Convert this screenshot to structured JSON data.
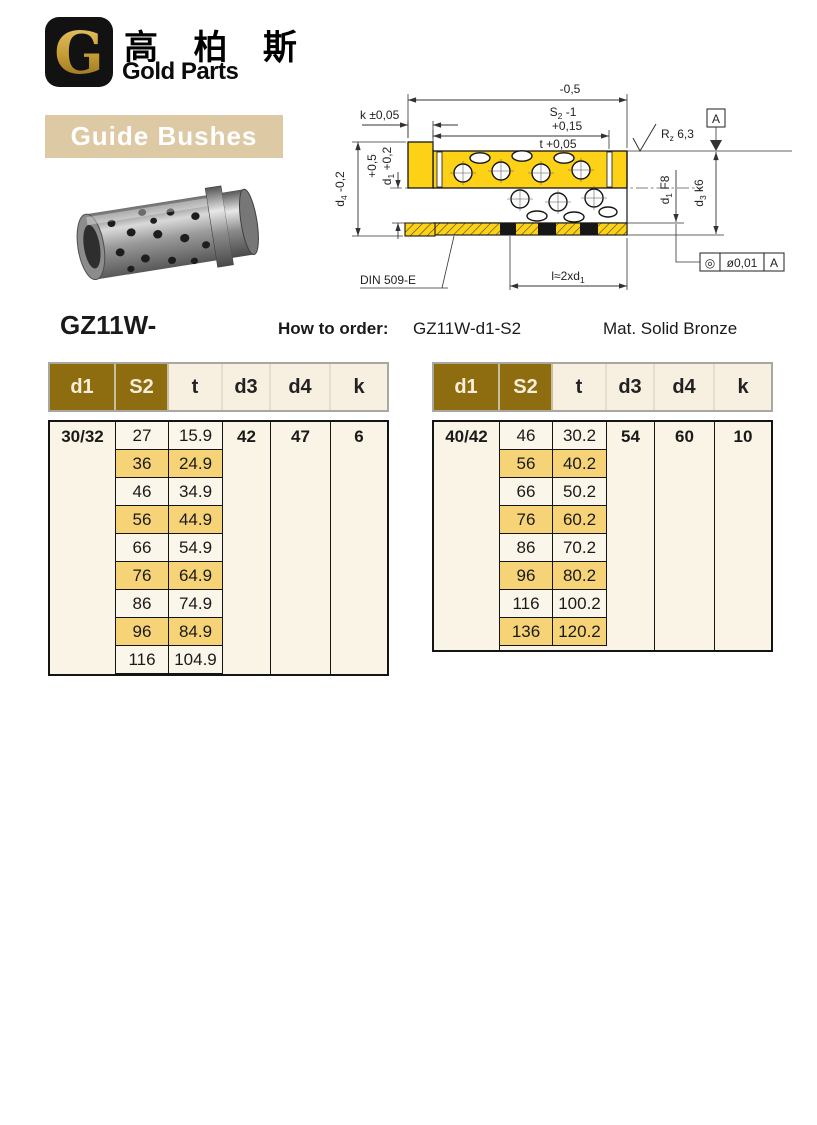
{
  "logo": {
    "monogram": "G",
    "chinese": "高 柏 斯",
    "name": "Gold Parts"
  },
  "banner": {
    "label": "Guide Bushes"
  },
  "order": {
    "series_code": "GZ11W-",
    "how_to_order_label": "How to order:",
    "order_code": "GZ11W-d1-S2",
    "material": "Mat. Solid Bronze"
  },
  "drawing": {
    "s2_upper": "-0,5",
    "s2_base": "S",
    "s2_sub": "2",
    "s2_tail": " -1",
    "t_upper": "+0,15",
    "t_base": "t +0,05",
    "k_label": "k ±0,05",
    "d4_base": "d",
    "d4_sub": "4",
    "d4_tail": " -0,2",
    "d1_upper": "+0,5",
    "d1_base": "d",
    "d1_sub": "1",
    "d1_tail": " +0,2",
    "rz_base": "R",
    "rz_sub": "z",
    "rz_tail": " 6,3",
    "datum_label": "A",
    "d1f8_base": "d",
    "d1f8_sub": "1",
    "d1f8_tail": " F8",
    "d3_base": "d",
    "d3_sub": "3",
    "d3_tail": " k6",
    "tol_symbol": "◎",
    "tol_value": "ø0,01",
    "tol_datum": "A",
    "length_base": "l≈2xd",
    "length_sub": "1",
    "undercut": "DIN 509-E"
  },
  "columns": [
    "d1",
    "S2",
    "t",
    "d3",
    "d4",
    "k"
  ],
  "colors": {
    "header_gold": "#8e6c10",
    "cream": "#faf4e6",
    "highlight": "#f6d377",
    "banner_tan": "#ddc9a4",
    "drawing_yellow": "#fcd116"
  },
  "tables": [
    {
      "d1": "30/32",
      "d3": "42",
      "d4": "47",
      "k": "6",
      "rows": [
        {
          "s2": "27",
          "t": "15.9",
          "hl": false
        },
        {
          "s2": "36",
          "t": "24.9",
          "hl": true
        },
        {
          "s2": "46",
          "t": "34.9",
          "hl": false
        },
        {
          "s2": "56",
          "t": "44.9",
          "hl": true
        },
        {
          "s2": "66",
          "t": "54.9",
          "hl": false
        },
        {
          "s2": "76",
          "t": "64.9",
          "hl": true
        },
        {
          "s2": "86",
          "t": "74.9",
          "hl": false
        },
        {
          "s2": "96",
          "t": "84.9",
          "hl": true
        },
        {
          "s2": "116",
          "t": "104.9",
          "hl": false
        }
      ]
    },
    {
      "d1": "40/42",
      "d3": "54",
      "d4": "60",
      "k": "10",
      "rows": [
        {
          "s2": "46",
          "t": "30.2",
          "hl": false
        },
        {
          "s2": "56",
          "t": "40.2",
          "hl": true
        },
        {
          "s2": "66",
          "t": "50.2",
          "hl": false
        },
        {
          "s2": "76",
          "t": "60.2",
          "hl": true
        },
        {
          "s2": "86",
          "t": "70.2",
          "hl": false
        },
        {
          "s2": "96",
          "t": "80.2",
          "hl": true
        },
        {
          "s2": "116",
          "t": "100.2",
          "hl": false
        },
        {
          "s2": "136",
          "t": "120.2",
          "hl": true
        }
      ]
    }
  ]
}
